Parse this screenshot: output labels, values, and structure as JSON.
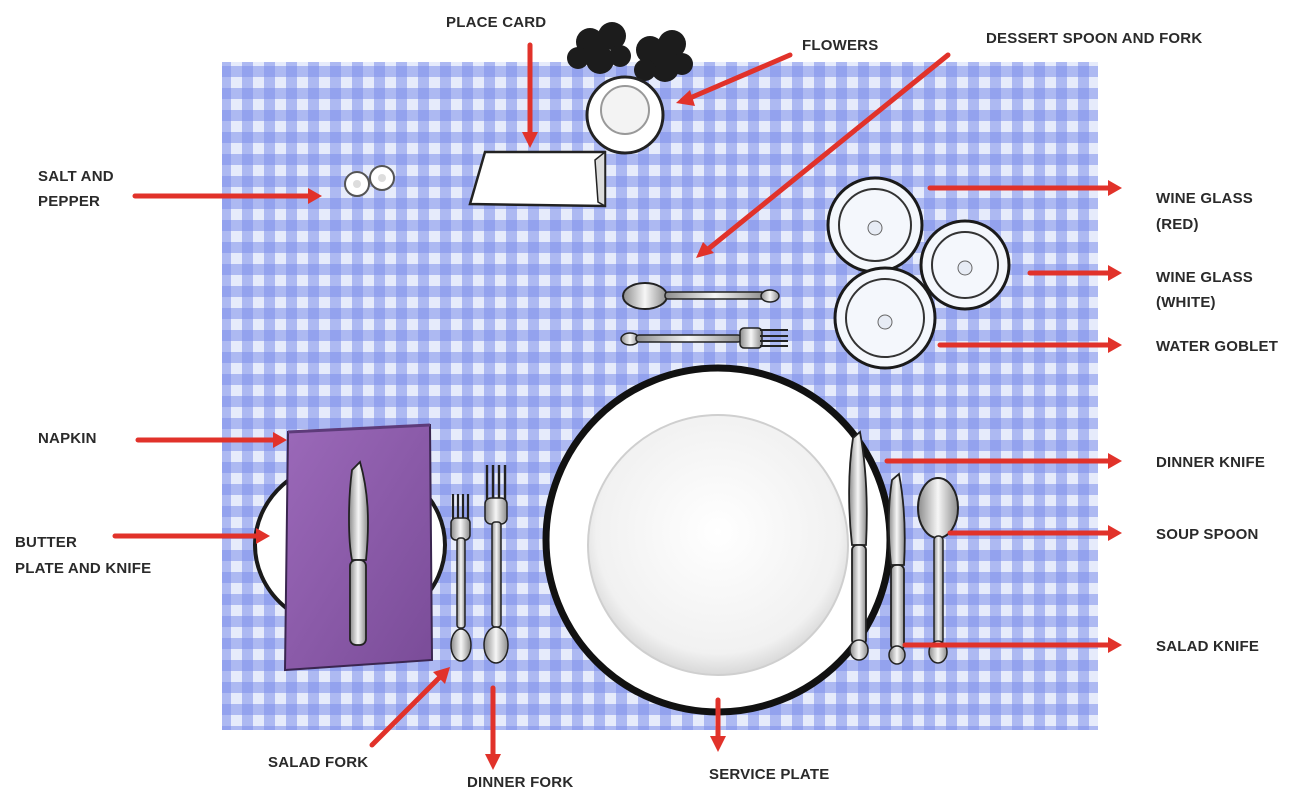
{
  "colors": {
    "tablecloth_base": "#c9d2f4",
    "tablecloth_check": "#5b73e6",
    "napkin": "#8a5aa8",
    "arrow": "#e1322a",
    "outline": "#1a1a1a",
    "label_text": "#2a2a2a"
  },
  "labels": {
    "place_card": "PLACE CARD",
    "flowers": "FLOWERS",
    "dessert_spoon_fork": "DESSERT SPOON AND FORK",
    "salt_pepper_1": "SALT AND",
    "salt_pepper_2": "PEPPER",
    "wine_glass_red_1": "WINE GLASS",
    "wine_glass_red_2": "(RED)",
    "wine_glass_white_1": "WINE GLASS",
    "wine_glass_white_2": "(WHITE)",
    "water_goblet": "WATER GOBLET",
    "napkin": "NAPKIN",
    "dinner_knife": "DINNER KNIFE",
    "butter_1": "BUTTER",
    "butter_2": "PLATE AND KNIFE",
    "soup_spoon": "SOUP SPOON",
    "salad_knife": "SALAD KNIFE",
    "salad_fork": "SALAD FORK",
    "dinner_fork": "DINNER FORK",
    "service_plate": "SERVICE PLATE"
  }
}
